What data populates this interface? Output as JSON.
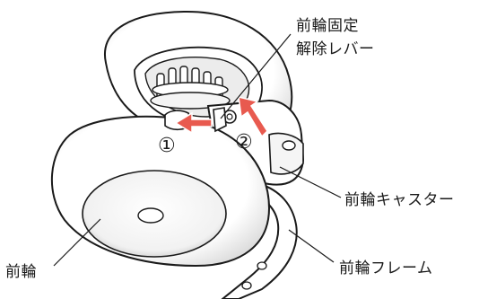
{
  "labels": {
    "release_lever_line1": "前輪固定",
    "release_lever_line2": "解除レバー",
    "front_caster": "前輪キャスター",
    "front_wheel": "前輪",
    "front_frame": "前輪フレーム"
  },
  "steps": {
    "step1": "①",
    "step2": "②"
  },
  "colors": {
    "arrow": "#e85a4f",
    "outline": "#1a1a1a",
    "fill": "#ffffff"
  }
}
